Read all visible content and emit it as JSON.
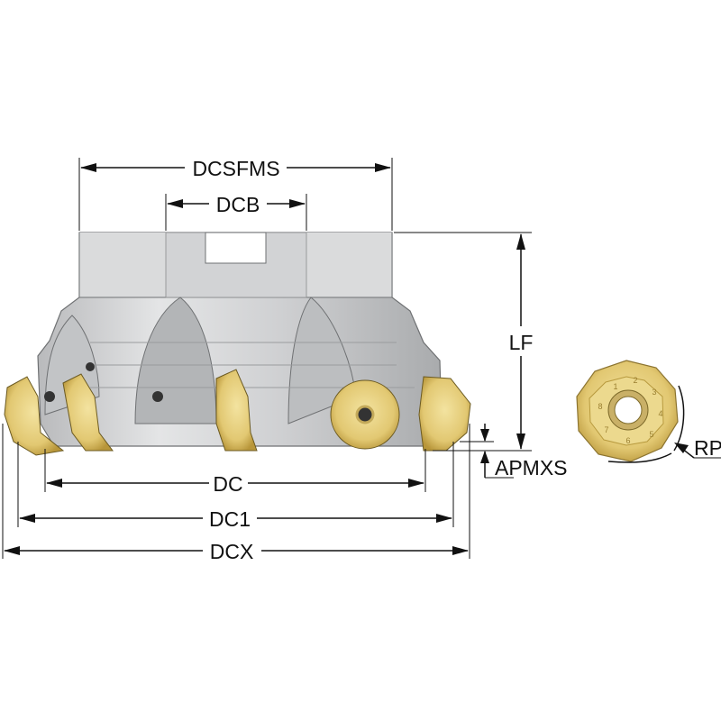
{
  "diagram": {
    "dimensions": {
      "dcsfms": "DCSFMS",
      "dcb": "DCB",
      "lf": "LF",
      "apmxs": "APMXS",
      "dc": "DC",
      "dc1": "DC1",
      "dcx": "DCX",
      "rp": "RP"
    },
    "insert_edge_numbers": [
      "1",
      "2",
      "3",
      "4",
      "5",
      "6",
      "7",
      "8"
    ],
    "colors": {
      "body": "#c8c9cb",
      "body_light": "#e6e7e8",
      "body_dark": "#8e9093",
      "insert": "#e5cf7a",
      "insert_dark": "#b89a3e",
      "line": "#111111"
    }
  }
}
